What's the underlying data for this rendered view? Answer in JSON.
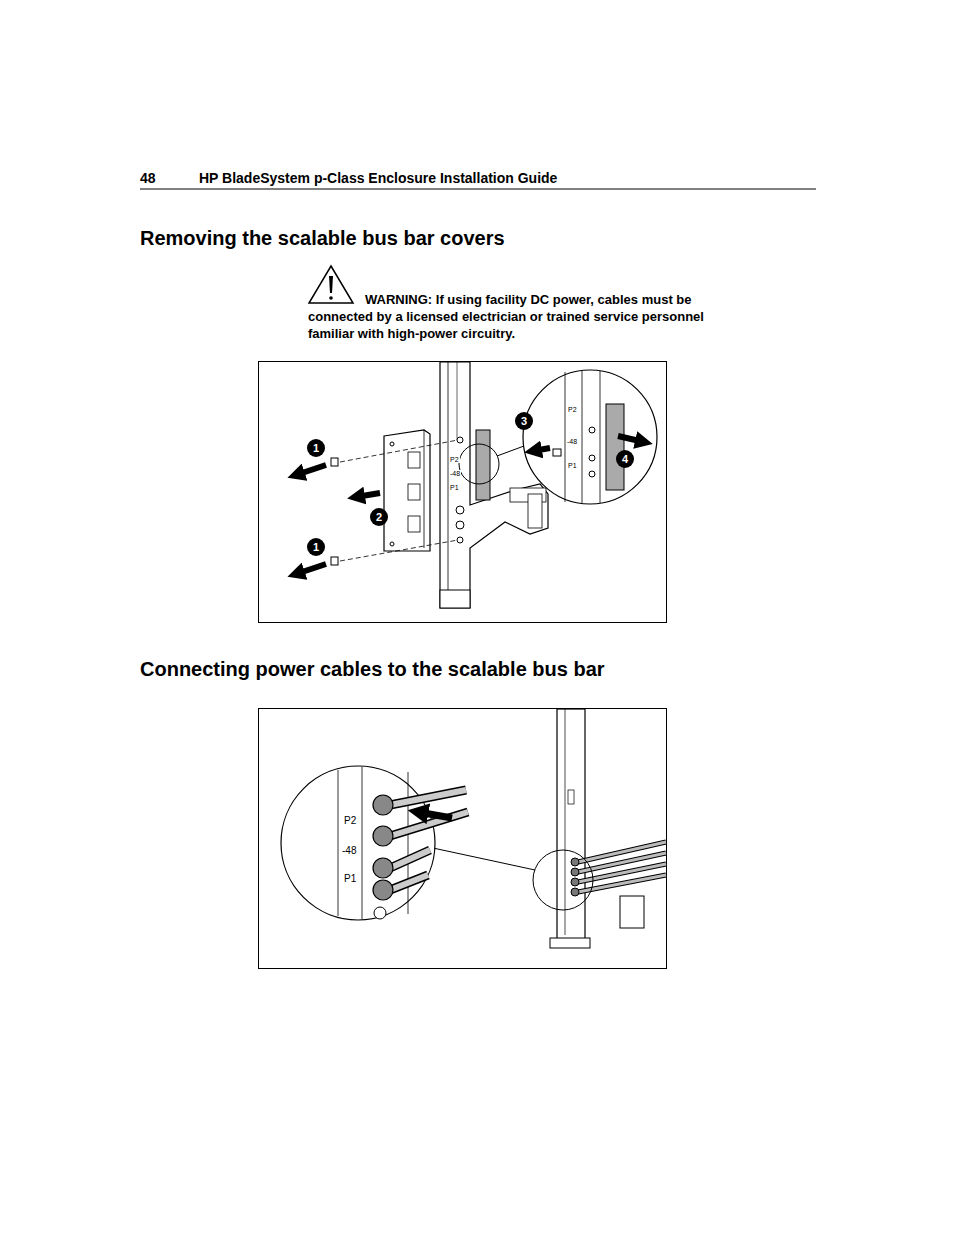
{
  "diagram": {
    "labels": [
      "48",
      "HP BladeSystem p-Class Enclosure Installation Guide",
      "Removing the scalable bus bar covers",
      "WARNING: If using facility DC power, cables must be connected by a licensed electrician or trained service personnel familiar with high-power circuitry.",
      "1",
      "2",
      "1",
      "3",
      "4",
      "P2",
      "-48",
      "P1",
      "P2",
      "-48",
      "P1",
      "Connecting power cables to the scalable bus bar",
      "P2",
      "-48",
      "P1"
    ]
  }
}
